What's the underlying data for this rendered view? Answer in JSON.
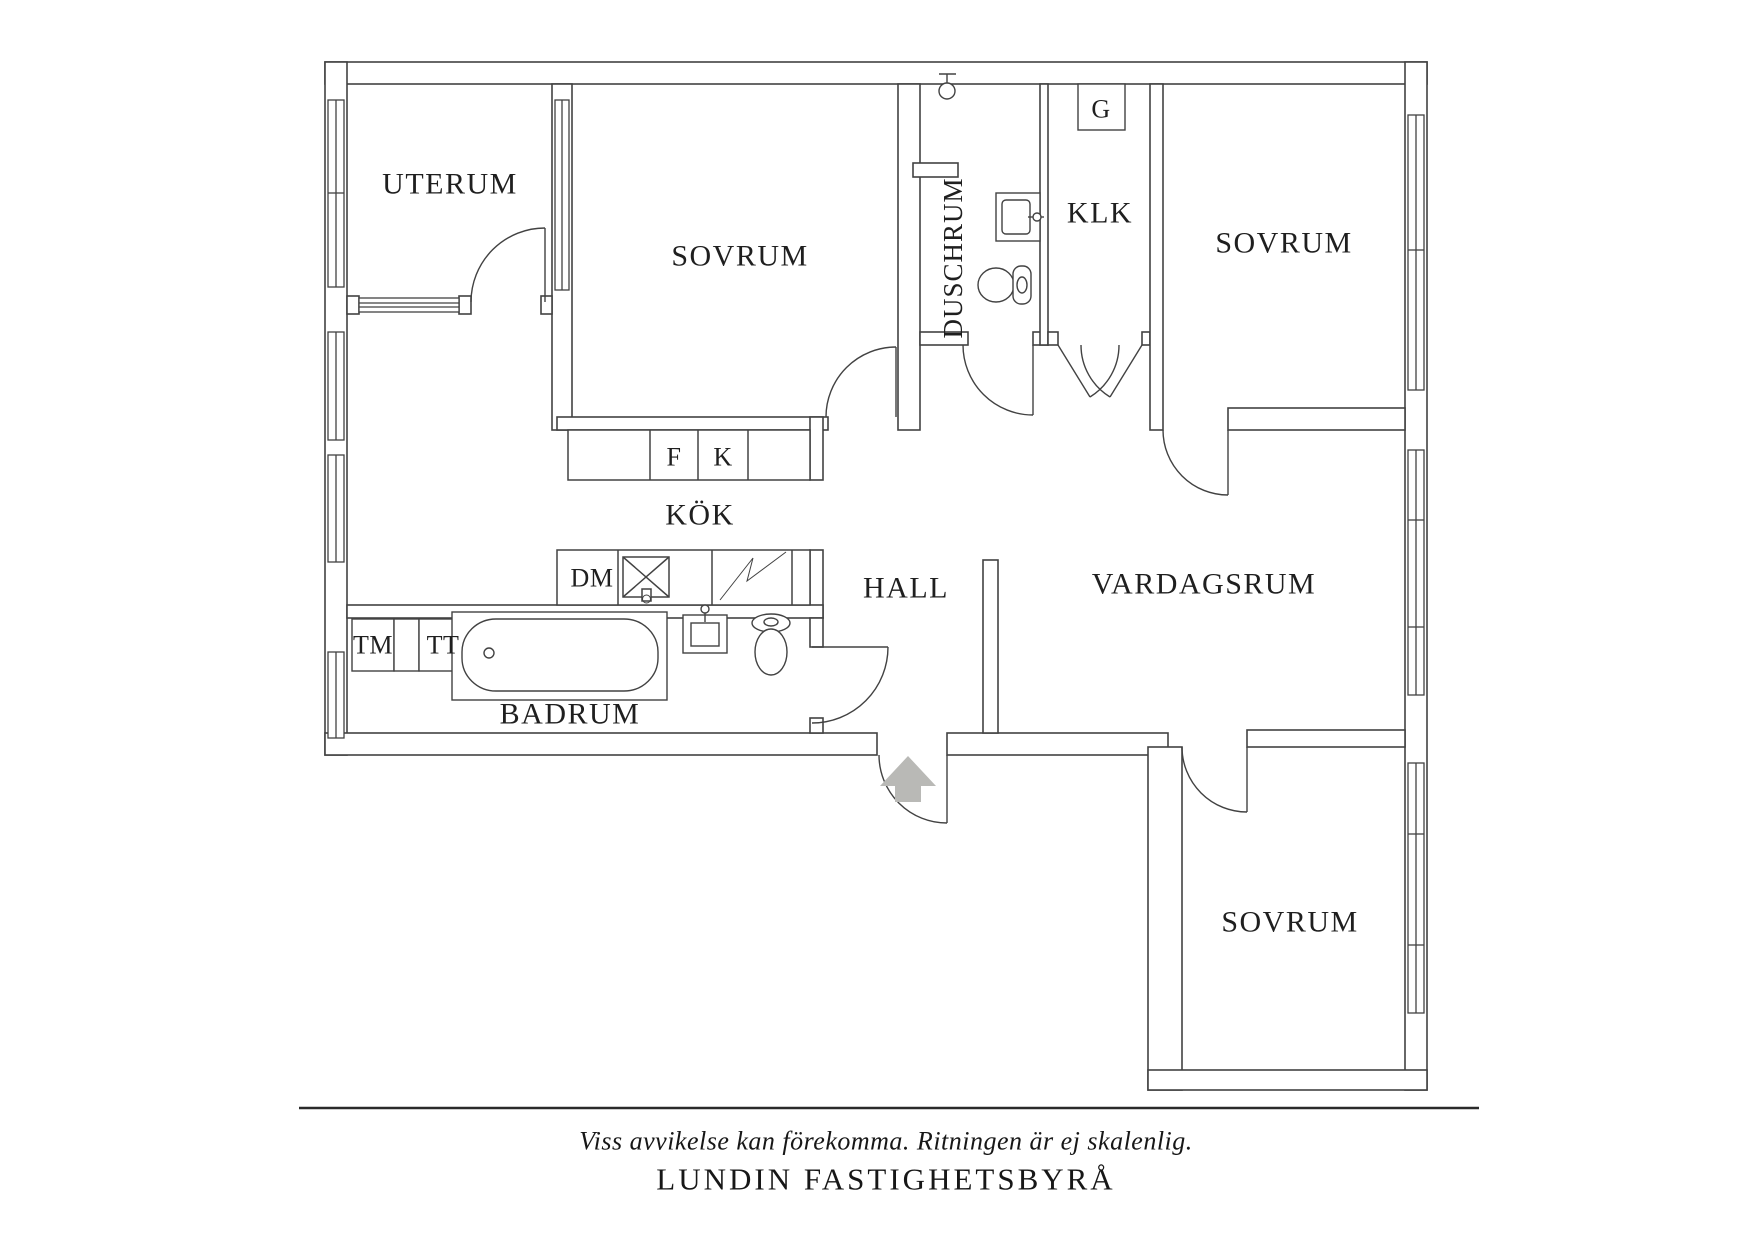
{
  "rooms": {
    "uterum": "UTERUM",
    "sovrum_top_left": "SOVRUM",
    "duschrum": "DUSCHRUM",
    "klk": "KLK",
    "sovrum_top_right": "SOVRUM",
    "kok": "KÖK",
    "hall": "HALL",
    "vardagsrum": "VARDAGSRUM",
    "badrum": "BADRUM",
    "sovrum_bottom_right": "SOVRUM"
  },
  "fixtures": {
    "wardrobe": "G",
    "fridge": "F",
    "freezer": "K",
    "dishwasher": "DM",
    "washing_machine": "TM",
    "tumble_dryer": "TT"
  },
  "footer": {
    "disclaimer": "Viss avvikelse kan förekomma. Ritningen är ej skalenlig.",
    "agency": "LUNDIN FASTIGHETSBYRÅ"
  },
  "colors": {
    "line": "#424242",
    "entrance_arrow": "#b9b9b6",
    "background": "#ffffff"
  }
}
